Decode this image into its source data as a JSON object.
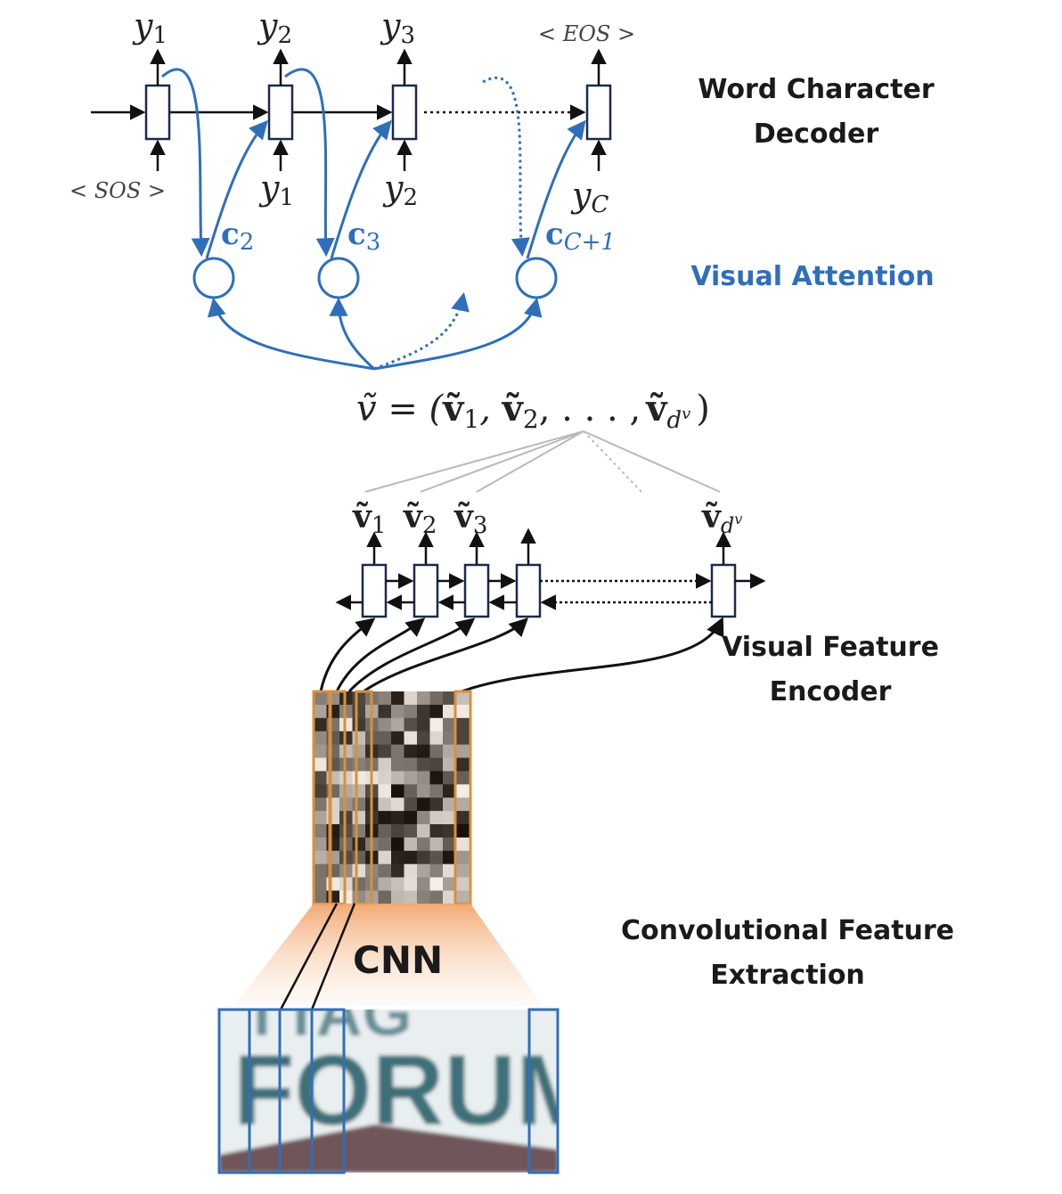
{
  "decoder": {
    "outputs": [
      "y",
      "y",
      "y",
      "< EOS >"
    ],
    "output_subs": [
      "1",
      "2",
      "3"
    ],
    "start_token": "< SOS >",
    "inputs": [
      "y",
      "y",
      "y"
    ],
    "input_subs": [
      "1",
      "2",
      "C"
    ],
    "contexts": [
      "c",
      "c",
      "c"
    ],
    "context_subs": [
      "2",
      "3",
      "C+1"
    ]
  },
  "equation": {
    "lhs": "ṽ = (",
    "v1": "ṽ",
    "v1_sub": "1",
    "v2": "ṽ",
    "v2_sub": "2",
    "dots": ", . . . ,",
    "vd": "ṽ",
    "vd_sub": "d",
    "vd_sup": "v",
    "close": ")"
  },
  "encoder": {
    "outputs": [
      "ṽ",
      "ṽ",
      "ṽ",
      "ṽ"
    ],
    "subs": [
      "1",
      "2",
      "3",
      "d"
    ],
    "last_sup": "v"
  },
  "labels": {
    "decoder_line1": "Word Character",
    "decoder_line2": "Decoder",
    "attention": "Visual Attention",
    "encoder_line1": "Visual Feature",
    "encoder_line2": "Encoder",
    "conv_line1": "Convolutional Feature",
    "conv_line2": "Extraction",
    "cnn": "CNN"
  },
  "image_text": {
    "top_partial": "TTAG",
    "word": "FORUM"
  },
  "colors": {
    "attention_blue": "#2f6fba",
    "feature_orange": "#d9903a",
    "strip_blue": "#2f6fba",
    "ink": "#1a1a1a"
  }
}
